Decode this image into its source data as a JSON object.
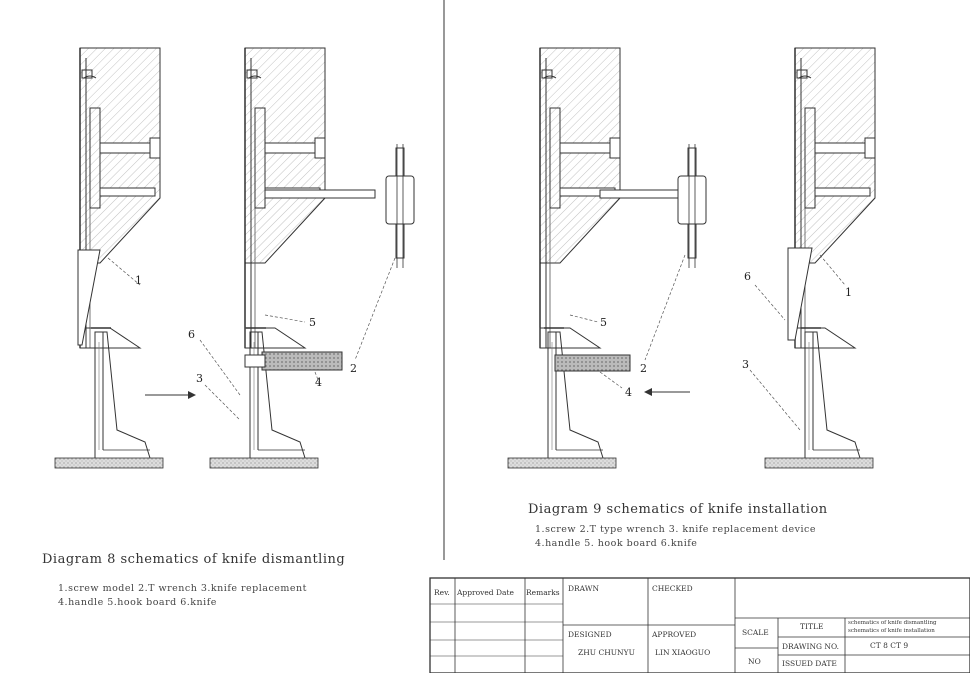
{
  "diagram8": {
    "title": "Diagram 8   schematics of knife dismantling",
    "legend_line1": "1.screw  model 2.T wrench  3.knife replacement",
    "legend_line2": "4.handle      5.hook board      6.knife",
    "callouts": [
      "1",
      "6",
      "3",
      "5",
      "4",
      "2"
    ]
  },
  "diagram9": {
    "title": "Diagram 9   schematics of knife installation",
    "legend_line1": "1.screw  2.T type wrench   3. knife replacement device",
    "legend_line2": "4.handle           5. hook board          6.knife",
    "callouts": [
      "5",
      "2",
      "4",
      "6",
      "1",
      "3"
    ]
  },
  "title_block": {
    "rev": "Rev.",
    "approved_date": "Approved Date",
    "remarks": "Remarks",
    "drawn": "DRAWN",
    "checked": "CHECKED",
    "designed": "DESIGNED",
    "designer": "ZHU CHUNYU",
    "approved": "APPROVED",
    "approver": "LIN XIAOGUO",
    "scale": "SCALE",
    "no": "NO",
    "title_label": "TITLE",
    "title_line1": "schematics of knife dismantling",
    "title_line2": "schematics of knife installation",
    "drawing_no_label": "DRAWING NO.",
    "drawing_no": "CT 8    CT 9",
    "issued_date": "ISSUED DATE"
  }
}
